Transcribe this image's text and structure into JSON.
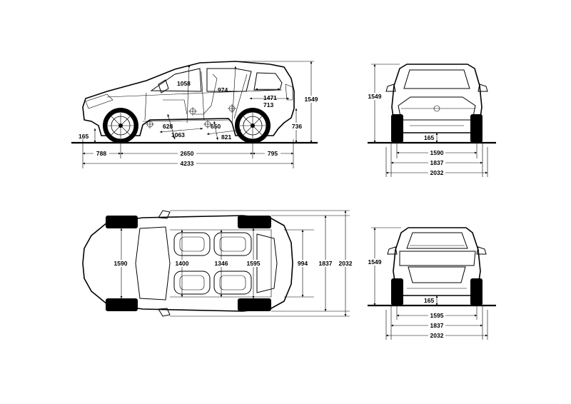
{
  "side": {
    "front_overhang": "788",
    "wheelbase": "2650",
    "rear_overhang": "795",
    "length": "4233",
    "height": "1549",
    "ground_clearance": "165",
    "rear_bumper_height": "736",
    "headroom_front": "1058",
    "headroom_rear": "974",
    "cargo_length": "1471",
    "cargo_height": "713",
    "front_seat_height": "628",
    "front_legroom": "1063",
    "rear_seat_height": "650",
    "rear_legroom": "821"
  },
  "front": {
    "height": "1549",
    "ground_clearance": "165",
    "track": "1590",
    "width": "1837",
    "width_mirrors": "2032"
  },
  "top": {
    "front_track": "1590",
    "front_shoulder": "1400",
    "rear_shoulder": "1346",
    "rear_track": "1595",
    "cargo_width": "994",
    "width": "1837",
    "width_mirrors": "2032"
  },
  "rear": {
    "height": "1549",
    "ground_clearance": "165",
    "track": "1595",
    "width": "1837",
    "width_mirrors": "2032"
  }
}
